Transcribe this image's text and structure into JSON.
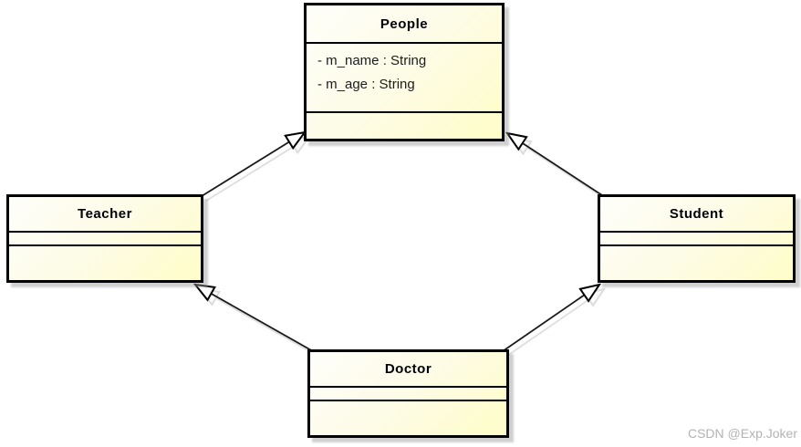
{
  "diagram": {
    "type": "uml-class-diagram",
    "background_color": "#ffffff",
    "box_fill_light": "#fefefa",
    "box_fill_yellow": "#fffdc8",
    "border_color": "#000000",
    "shadow_color": "#c9c9c9",
    "line_color": "#1a1a1a"
  },
  "classes": {
    "people": {
      "name": "People",
      "attributes": [
        "- m_name : String",
        "- m_age : String"
      ],
      "methods": []
    },
    "teacher": {
      "name": "Teacher",
      "attributes": [],
      "methods": []
    },
    "student": {
      "name": "Student",
      "attributes": [],
      "methods": []
    },
    "doctor": {
      "name": "Doctor",
      "attributes": [],
      "methods": []
    }
  },
  "relationships": [
    {
      "from": "Teacher",
      "to": "People",
      "type": "generalization"
    },
    {
      "from": "Student",
      "to": "People",
      "type": "generalization"
    },
    {
      "from": "Doctor",
      "to": "Teacher",
      "type": "generalization"
    },
    {
      "from": "Doctor",
      "to": "Student",
      "type": "generalization"
    }
  ],
  "watermark": {
    "text": "CSDN @Exp.Joker"
  }
}
